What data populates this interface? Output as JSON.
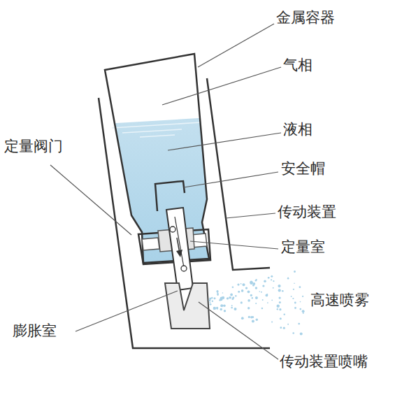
{
  "diagram": {
    "labels": [
      "金属容器",
      "气相",
      "液相",
      "安全帽",
      "定量阀门",
      "传动装置",
      "定量室",
      "高速喷雾",
      "膨胀室",
      "传动装置喷嘴"
    ]
  }
}
